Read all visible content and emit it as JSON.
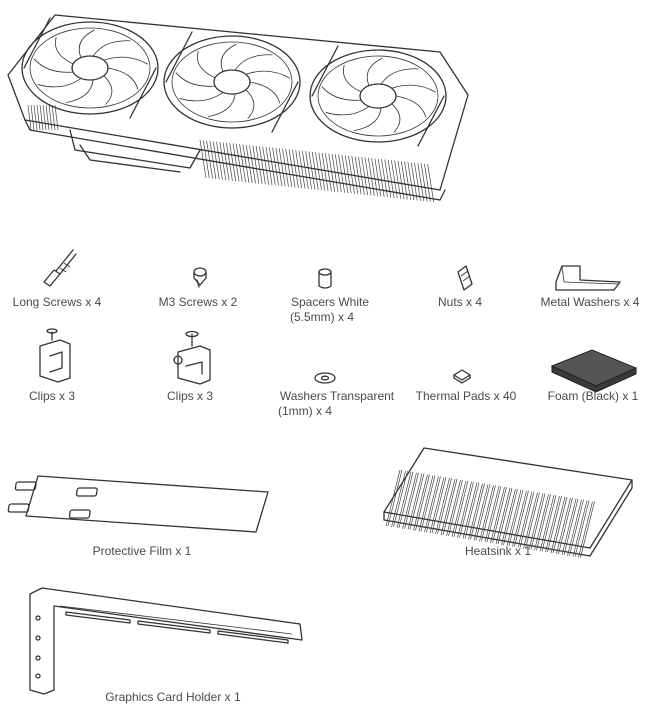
{
  "parts": {
    "long_screws": "Long Screws x 4",
    "m3_screws": "M3 Screws x 2",
    "spacers_line1": "Spacers White",
    "spacers_line2": "(5.5mm) x 4",
    "nuts": "Nuts x 4",
    "metal_washers": "Metal Washers x 4",
    "clips_a": "Clips x 3",
    "clips_b": "Clips x 3",
    "washers_line1": "Washers Transparent",
    "washers_line2": "(1mm) x 4",
    "thermal_pads": "Thermal Pads x 40",
    "foam": "Foam (Black) x 1",
    "protective_film": "Protective Film x  1",
    "heatsink": "Heatsink x 1",
    "graphics_card_holder": "Graphics Card Holder x 1"
  },
  "colors": {
    "line": "#333333",
    "text": "#4a4a4a",
    "foam": "#555555",
    "background": "#ffffff"
  }
}
